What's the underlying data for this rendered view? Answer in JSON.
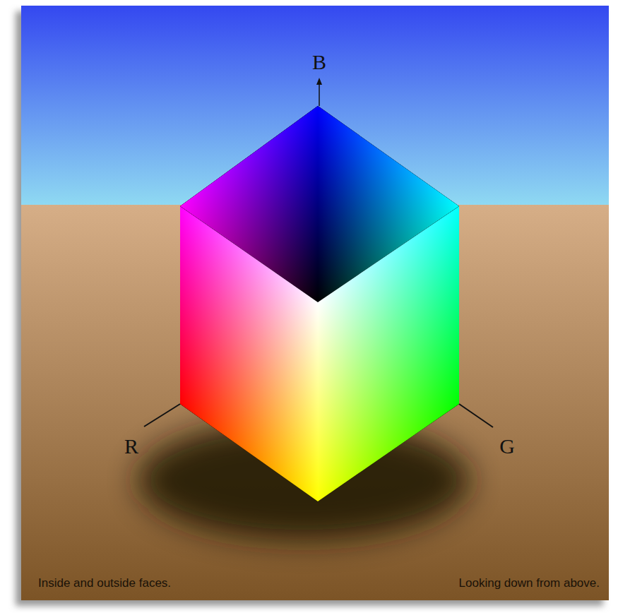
{
  "diagram": {
    "labels": [
      "B",
      "R",
      "G",
      "Inside and outside faces.",
      "Looking down from above."
    ]
  }
}
